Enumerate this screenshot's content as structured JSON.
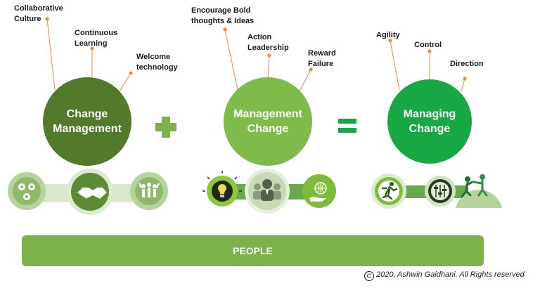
{
  "colors": {
    "dark_green": "#53792a",
    "mid_green": "#7fbb4a",
    "bright_green": "#17a845",
    "light_green": "#a7cd86",
    "bar_green": "#7db24b",
    "leader_orange": "#f0883a"
  },
  "groups": [
    {
      "circle_label": "Change\nManagement",
      "labels": [
        "Collaborative\nCulture",
        "Continuous\nLearning",
        "Welcome\ntechnology"
      ],
      "icons": [
        "people-network-icon",
        "handshake-icon",
        "team-celebration-icon"
      ]
    },
    {
      "circle_label": "Management\nChange",
      "labels": [
        "Encourage Bold\nthoughts & Ideas",
        "Action\nLeadership",
        "Reward\nFailure"
      ],
      "icons": [
        "lightbulb-icon",
        "leader-team-icon",
        "globe-in-hand-icon"
      ]
    },
    {
      "circle_label": "Managing\nChange",
      "labels": [
        "Agility",
        "Control",
        "Direction"
      ],
      "icons": [
        "running-person-icon",
        "sliders-icon",
        "climbing-helping-hand-icon"
      ]
    }
  ],
  "operators": {
    "plus": "plus-sign",
    "equals": "equals-sign"
  },
  "people_label": "PEOPLE",
  "copyright_text": "2020, Ashwin Gaidhani. All Rights reserved"
}
